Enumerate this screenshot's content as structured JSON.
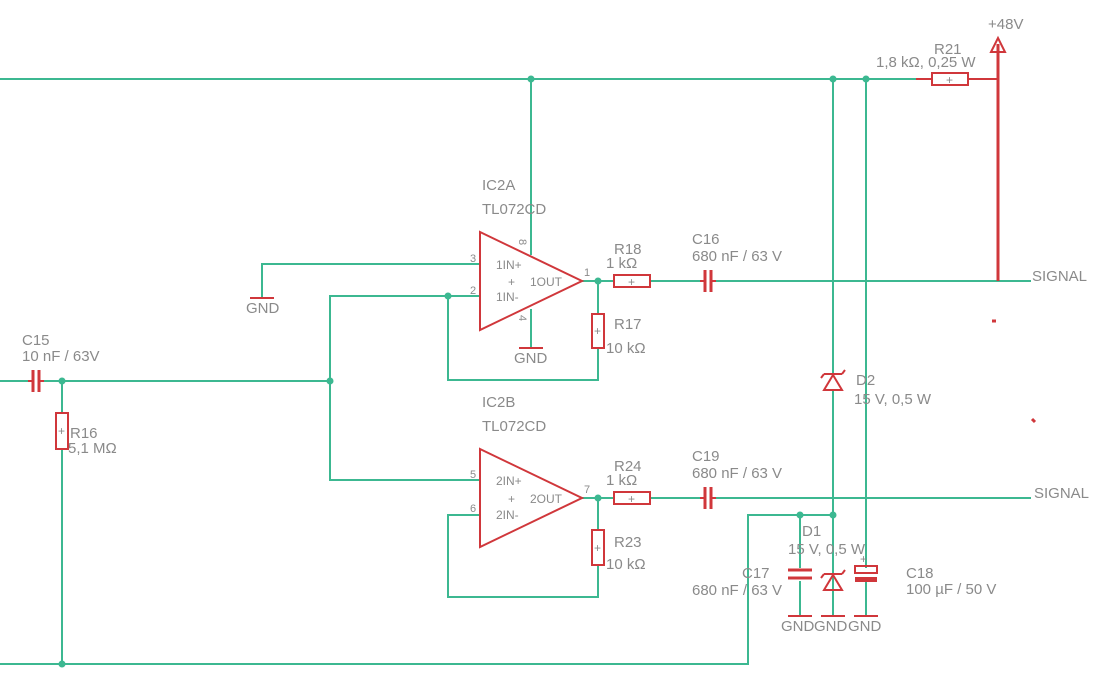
{
  "power": {
    "rail": "+48V",
    "gnd": "GND"
  },
  "ports": {
    "signal_top": "SIGNAL",
    "signal_bottom": "SIGNAL"
  },
  "opamps": {
    "a": {
      "name": "IC2A",
      "value": "TL072CD",
      "in_plus": "1IN+",
      "in_minus": "1IN-",
      "out": "1OUT",
      "pin_in_plus": "3",
      "pin_in_minus": "2",
      "pin_out": "1",
      "pin_vcc": "8",
      "pin_vee": "4"
    },
    "b": {
      "name": "IC2B",
      "value": "TL072CD",
      "in_plus": "2IN+",
      "in_minus": "2IN-",
      "out": "2OUT",
      "pin_in_plus": "5",
      "pin_in_minus": "6",
      "pin_out": "7"
    }
  },
  "components": {
    "r21": {
      "name": "R21",
      "value": "1,8 kΩ, 0,25 W"
    },
    "r18": {
      "name": "R18",
      "value": "1 kΩ"
    },
    "r17": {
      "name": "R17",
      "value": "10 kΩ"
    },
    "r24": {
      "name": "R24",
      "value": "1 kΩ"
    },
    "r23": {
      "name": "R23",
      "value": "10 kΩ"
    },
    "r16": {
      "name": "R16",
      "value": "5,1 MΩ"
    },
    "c15": {
      "name": "C15",
      "value": "10 nF / 63V"
    },
    "c16": {
      "name": "C16",
      "value": "680 nF / 63 V"
    },
    "c19": {
      "name": "C19",
      "value": "680 nF / 63 V"
    },
    "c17": {
      "name": "C17",
      "value": "680 nF / 63 V"
    },
    "c18": {
      "name": "C18",
      "value": "100 µF / 50 V"
    },
    "d1": {
      "name": "D1",
      "value": "15 V, 0,5 W"
    },
    "d2": {
      "name": "D2",
      "value": "15 V, 0,5 W"
    }
  },
  "symbols": {
    "plus": "+"
  },
  "colors": {
    "wire": "#3cb891",
    "part": "#d0373b",
    "label": "#8a8a8a",
    "background": "#ffffff"
  }
}
